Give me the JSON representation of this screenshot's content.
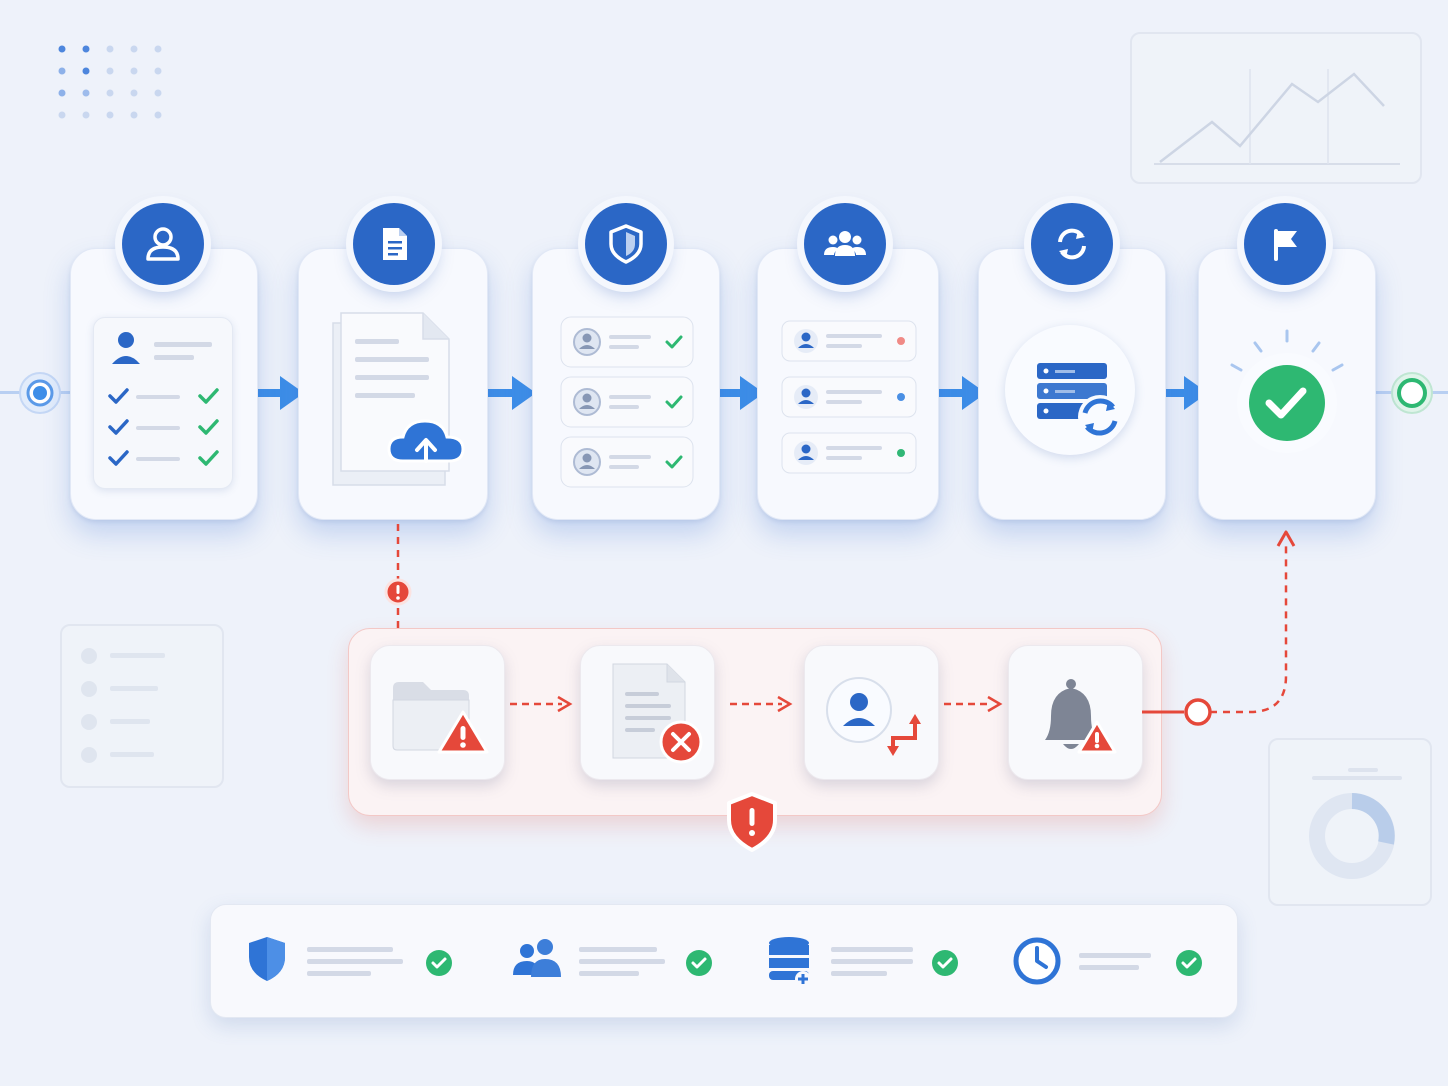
{
  "colors": {
    "primary": "#2b67c6",
    "arrow": "#3d8ee8",
    "success": "#2eb872",
    "error": "#e5483a",
    "background": "#eef2fa"
  },
  "main_flow": {
    "steps": [
      {
        "icon": "user-icon",
        "content": "checklist-form"
      },
      {
        "icon": "document-icon",
        "content": "document-upload"
      },
      {
        "icon": "shield-icon",
        "content": "verified-users-list"
      },
      {
        "icon": "team-icon",
        "content": "user-status-list"
      },
      {
        "icon": "sync-icon",
        "content": "database-sync"
      },
      {
        "icon": "flag-icon",
        "content": "success-check"
      }
    ],
    "status_dots": [
      "#f08a86",
      "#4a8fe4",
      "#31b776"
    ]
  },
  "error_flow": {
    "tiles": [
      {
        "icon": "folder-warning-icon"
      },
      {
        "icon": "document-error-icon"
      },
      {
        "icon": "user-reassign-icon"
      },
      {
        "icon": "bell-warning-icon"
      }
    ],
    "badge_icon": "shield-alert-icon"
  },
  "summary_bar": {
    "items": [
      {
        "icon": "shield-icon",
        "status": "check-icon"
      },
      {
        "icon": "team-icon",
        "status": "check-icon"
      },
      {
        "icon": "database-icon",
        "status": "check-icon"
      },
      {
        "icon": "clock-icon",
        "status": "check-icon"
      }
    ]
  }
}
